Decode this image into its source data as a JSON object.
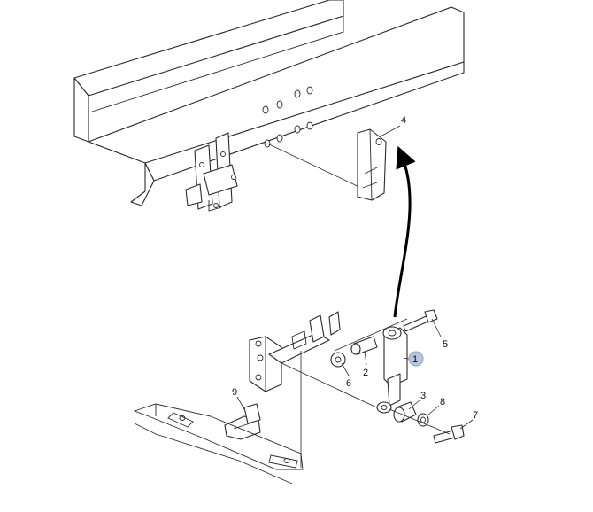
{
  "colors": {
    "background": "#ffffff",
    "line": "#2a2a2a",
    "arrow": "#000000",
    "highlight_fill": "#b8c7e0",
    "highlight_stroke": "#8ea3c8"
  },
  "callouts": [
    {
      "id": "c1",
      "label": "1",
      "highlighted": true
    },
    {
      "id": "c2",
      "label": "2"
    },
    {
      "id": "c3",
      "label": "3"
    },
    {
      "id": "c4",
      "label": "4"
    },
    {
      "id": "c5",
      "label": "5"
    },
    {
      "id": "c6",
      "label": "6"
    },
    {
      "id": "c7",
      "label": "7"
    },
    {
      "id": "c8",
      "label": "8"
    },
    {
      "id": "c9",
      "label": "9"
    }
  ]
}
